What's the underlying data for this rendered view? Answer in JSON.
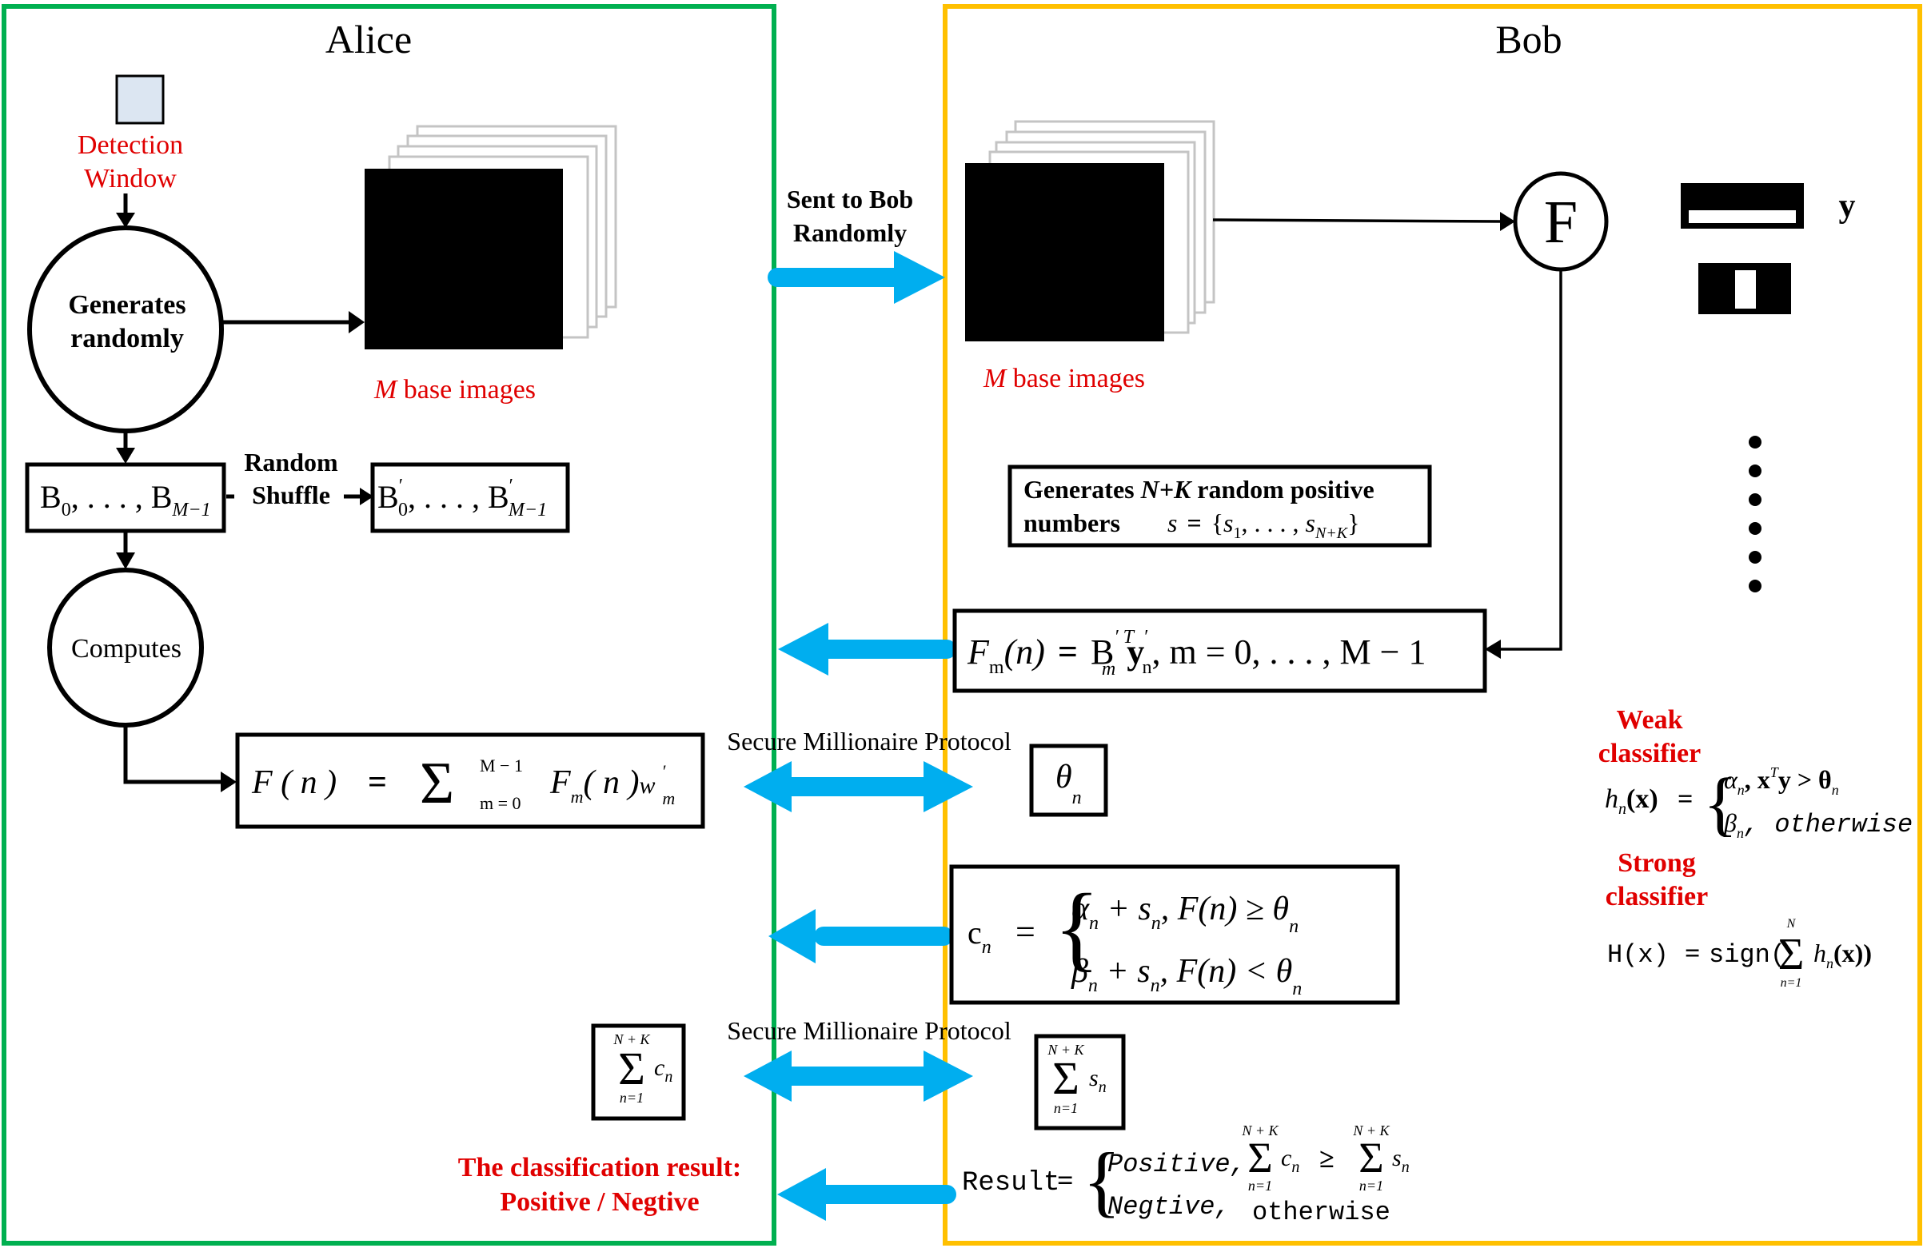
{
  "colors": {
    "alice_border": "#00b050",
    "bob_border": "#ffc000",
    "arrow_blue": "#00aeef",
    "highlight_red": "#e00000",
    "detection_window_fill": "#dce6f2"
  },
  "alice": {
    "title": "Alice",
    "detection_window": [
      "Detection",
      "Window"
    ],
    "generates_node": [
      "Generates",
      "randomly"
    ],
    "base_images_label": {
      "var": "M",
      "text": " base images"
    },
    "b_box": {
      "B0": "B",
      "sub0": "0",
      "dots": ", . . . , ",
      "B1": "B",
      "sub1": "M−1"
    },
    "shuffle_label": [
      "Random",
      "Shuffle"
    ],
    "b_prime_box": {
      "B0": "B",
      "sub0": "0",
      "prime": "′",
      "dots": ", . . . , ",
      "B1": "B",
      "sub1": "M−1"
    },
    "computes_node": "Computes",
    "f_formula": {
      "lhs": "F ( n )",
      "eq": "=",
      "sigma": "Σ",
      "upper": "M − 1",
      "lower": "m = 0",
      "term": "F",
      "term_sub": "m",
      "term_arg": "( n )",
      "weight": "w",
      "weight_sub": "m",
      "weight_prime": "′"
    },
    "sum_c": {
      "upper": "N + K",
      "sigma": "Σ",
      "lower": "n=1",
      "term": "c",
      "term_sub": "n"
    },
    "classification_result": [
      "The classification result:",
      "Positive / Negtive"
    ]
  },
  "channel": {
    "sent_to_bob": [
      "Sent to Bob",
      "Randomly"
    ],
    "smp_label_1": "Secure Millionaire Protocol",
    "smp_label_2": "Secure Millionaire Protocol"
  },
  "bob": {
    "title": "Bob",
    "base_images_label": {
      "var": "M",
      "text": " base images"
    },
    "f_node": "F",
    "y_label": "y",
    "feature_dots_count": 6,
    "generates_box": {
      "line1_a": "Generates ",
      "line1_var": "N+K",
      "line1_b": " random positive",
      "line2": "numbers",
      "set_lhs": "s",
      "set_eq": "=",
      "set_open": "{",
      "s1": "s",
      "s1_sub": "1",
      "dots": ", . . . , ",
      "sN": "s",
      "sN_sub": "N+K",
      "set_close": "}"
    },
    "fm_formula": {
      "lhs": "F",
      "lhs_sub": "m",
      "arg": "(n)",
      "eq": "=",
      "B": "B",
      "B_sub": "m",
      "B_sup": "′ T",
      "y": "y",
      "y_sub": "n",
      "y_sup": "′",
      "range": ",   m  =  0, . . . , M − 1"
    },
    "theta_box": {
      "theta": "θ",
      "sub": "n"
    },
    "cn_formula": {
      "lhs": "c",
      "lhs_sub": "n",
      "eq": "=",
      "case1": {
        "a": "α",
        "a_sub": "n",
        "plus": " + ",
        "s": "s",
        "s_sub": "n",
        "cond": ",   F(n)  ≥  θ",
        "cond_sub": "n"
      },
      "case2": {
        "a": "β",
        "a_sub": "n",
        "plus": " + ",
        "s": "s",
        "s_sub": "n",
        "cond": ",  F(n)  <  θ",
        "cond_sub": "n"
      }
    },
    "sum_s": {
      "upper": "N + K",
      "sigma": "Σ",
      "lower": "n=1",
      "term": "s",
      "term_sub": "n"
    },
    "result_formula": {
      "lhs": "Result",
      "eq": "=",
      "case1_label": "Positive,",
      "case2_label": "Negtive,",
      "sum_upper": "N + K",
      "sum_lower": "n=1",
      "sigma": "Σ",
      "c": "c",
      "c_sub": "n",
      "ge": "≥",
      "s": "s",
      "s_sub": "n",
      "otherwise": "otherwise"
    },
    "weak_classifier": {
      "title": [
        "Weak",
        "classifier"
      ],
      "lhs": "h",
      "lhs_sub": "n",
      "lhs_arg": "(x)",
      "eq": "=",
      "case1": "α",
      "case1_sub": "n",
      "case1_cond": ", x",
      "case1_sup": "T",
      "case1_rest": "y  >  θ",
      "case1_rest_sub": "n",
      "case2": "β",
      "case2_sub": "n",
      "case2_cond": ", otherwise"
    },
    "strong_classifier": {
      "title": [
        "Strong",
        "classifier"
      ],
      "lhs": "H(x)",
      "eq": "=",
      "fn": "sign(",
      "sigma": "Σ",
      "upper": "N",
      "lower": "n=1",
      "term": "h",
      "term_sub": "n",
      "term_arg": "(x))"
    }
  }
}
